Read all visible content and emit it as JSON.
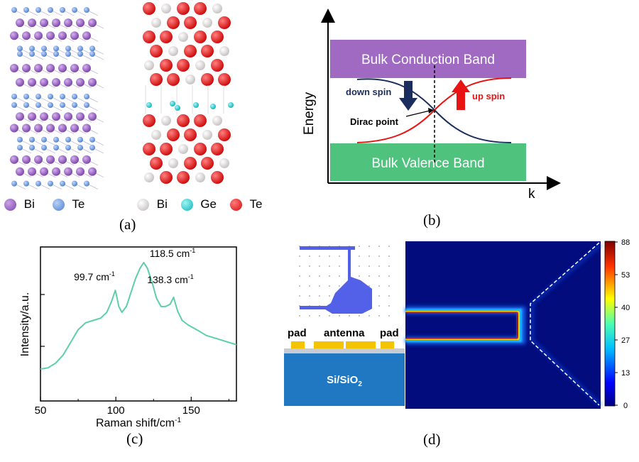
{
  "panel_a": {
    "caption": "(a)",
    "left_legend": [
      {
        "label": "Bi",
        "color": "#9a63c4"
      },
      {
        "label": "Te",
        "color": "#6f9de6"
      }
    ],
    "right_legend": [
      {
        "label": "Bi",
        "color": "#d7d2d2"
      },
      {
        "label": "Ge",
        "color": "#19c8cc"
      },
      {
        "label": "Te",
        "color": "#ea1010"
      }
    ]
  },
  "panel_b": {
    "caption": "(b)",
    "ylabel": "Energy",
    "xlabel": "k",
    "conduction_label": "Bulk Conduction Band",
    "valence_label": "Bulk Valence Band",
    "down_spin_label": "down spin",
    "up_spin_label": "up spin",
    "dirac_label": "Dirac point",
    "colors": {
      "conduction": "#a06ac2",
      "valence": "#4fc27e",
      "down": "#1a2d5c",
      "up": "#e81414"
    }
  },
  "panel_c": {
    "caption": "(c)",
    "chart_data": {
      "type": "line",
      "xlabel": "Raman shift/cm-1",
      "ylabel": "Intensity/a.u.",
      "xlim": [
        50,
        180
      ],
      "xticks": [
        "50",
        "100",
        "150"
      ],
      "color": "#5ccfa6",
      "x": [
        50,
        55,
        60,
        65,
        70,
        75,
        80,
        85,
        90,
        94,
        97,
        99.7,
        102,
        104,
        107,
        110,
        113,
        116,
        118.5,
        121,
        124,
        127,
        130,
        133,
        136,
        138.3,
        141,
        144,
        148,
        155,
        160,
        165,
        170,
        175,
        180
      ],
      "y": [
        0.08,
        0.09,
        0.13,
        0.2,
        0.31,
        0.42,
        0.48,
        0.5,
        0.52,
        0.57,
        0.66,
        0.76,
        0.62,
        0.57,
        0.62,
        0.74,
        0.86,
        0.95,
        1.0,
        0.95,
        0.83,
        0.69,
        0.62,
        0.62,
        0.64,
        0.7,
        0.58,
        0.5,
        0.46,
        0.41,
        0.37,
        0.35,
        0.33,
        0.31,
        0.29
      ],
      "annotations": [
        {
          "text": "99.7 cm",
          "sup": "-1",
          "x": 99.7
        },
        {
          "text": "118.5 cm",
          "sup": "-1",
          "x": 118.5
        },
        {
          "text": "138.3 cm",
          "sup": "-1",
          "x": 138.3
        }
      ]
    }
  },
  "panel_d": {
    "caption": "(d)",
    "pad_left": "pad",
    "antenna": "antenna",
    "pad_right": "pad",
    "substrate": "Si/SiO",
    "substrate_sub": "2",
    "colorbar_ticks": [
      "88",
      "53",
      "40",
      "27",
      "13",
      "0"
    ],
    "colors": {
      "substrate": "#1f78c1",
      "gold": "#f5c400",
      "device": "#5360e8"
    }
  }
}
